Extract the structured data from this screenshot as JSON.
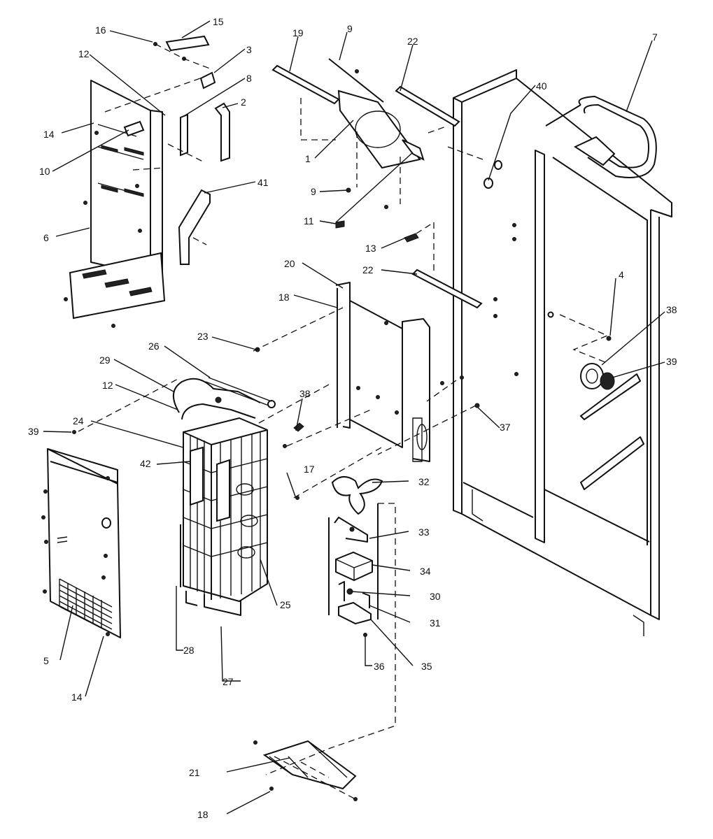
{
  "callouts": [
    {
      "n": "1"
    },
    {
      "n": "2"
    },
    {
      "n": "3"
    },
    {
      "n": "4"
    },
    {
      "n": "5"
    },
    {
      "n": "6"
    },
    {
      "n": "7"
    },
    {
      "n": "8"
    },
    {
      "n": "9"
    },
    {
      "n": "9"
    },
    {
      "n": "10"
    },
    {
      "n": "11"
    },
    {
      "n": "12"
    },
    {
      "n": "12"
    },
    {
      "n": "13"
    },
    {
      "n": "14"
    },
    {
      "n": "14"
    },
    {
      "n": "15"
    },
    {
      "n": "16"
    },
    {
      "n": "17"
    },
    {
      "n": "18"
    },
    {
      "n": "18"
    },
    {
      "n": "19"
    },
    {
      "n": "20"
    },
    {
      "n": "21"
    },
    {
      "n": "22"
    },
    {
      "n": "22"
    },
    {
      "n": "23"
    },
    {
      "n": "24"
    },
    {
      "n": "25"
    },
    {
      "n": "26"
    },
    {
      "n": "27"
    },
    {
      "n": "28"
    },
    {
      "n": "29"
    },
    {
      "n": "30"
    },
    {
      "n": "31"
    },
    {
      "n": "32"
    },
    {
      "n": "33"
    },
    {
      "n": "34"
    },
    {
      "n": "35"
    },
    {
      "n": "36"
    },
    {
      "n": "37"
    },
    {
      "n": "38"
    },
    {
      "n": "38"
    },
    {
      "n": "39"
    },
    {
      "n": "39"
    },
    {
      "n": "40"
    },
    {
      "n": "41"
    },
    {
      "n": "42"
    }
  ]
}
